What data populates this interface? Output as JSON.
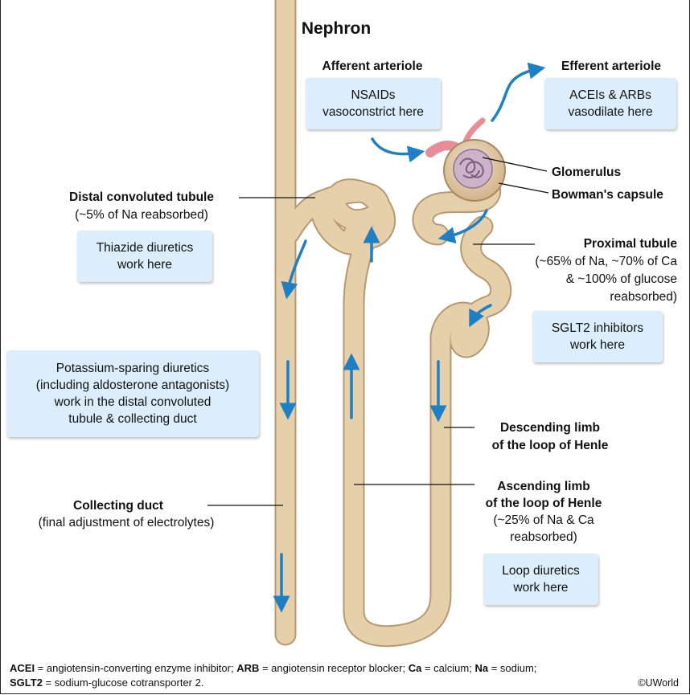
{
  "title": "Nephron",
  "labels": {
    "afferent": "Afferent arteriole",
    "efferent": "Efferent arteriole",
    "glomerulus": "Glomerulus",
    "bowman": "Bowman's capsule",
    "dct_title": "Distal convoluted tubule",
    "dct_sub": "(~5% of Na reabsorbed)",
    "proximal_title": "Proximal tubule",
    "proximal_sub1": "(~65% of Na, ~70% of Ca",
    "proximal_sub2": "& ~100% of glucose",
    "proximal_sub3": "reabsorbed)",
    "descending1": "Descending limb",
    "descending2": "of the loop of Henle",
    "ascending1": "Ascending limb",
    "ascending2": "of the loop of Henle",
    "ascending_sub1": "(~25% of Na & Ca",
    "ascending_sub2": "reabsorbed)",
    "collecting_title": "Collecting duct",
    "collecting_sub": "(final adjustment of electrolytes)"
  },
  "boxes": {
    "nsaids": [
      "NSAIDs",
      "vasoconstrict here"
    ],
    "acei": [
      "ACEIs & ARBs",
      "vasodilate here"
    ],
    "thiazide": [
      "Thiazide diuretics",
      "work here"
    ],
    "ksparing": [
      "Potassium-sparing diuretics",
      "(including aldosterone antagonists)",
      "work in the distal convoluted",
      "tubule & collecting duct"
    ],
    "sglt2": [
      "SGLT2 inhibitors",
      "work here"
    ],
    "loop": [
      "Loop diuretics",
      "work here"
    ]
  },
  "footer": {
    "line1": [
      {
        "b": "ACEI",
        "t": " = angiotensin-converting enzyme inhibitor; "
      },
      {
        "b": "ARB",
        "t": " = angiotensin receptor blocker; "
      },
      {
        "b": "Ca",
        "t": " = calcium; "
      },
      {
        "b": "Na",
        "t": " = sodium;"
      }
    ],
    "line2": [
      {
        "b": "SGLT2",
        "t": " = sodium-glucose cotransporter 2."
      }
    ]
  },
  "copyright": "©UWorld",
  "colors": {
    "tubule": "#e6cfab",
    "tubule_edge": "#b89870",
    "arrow": "#1f7fc4",
    "box": "#dceefb",
    "arteriole": "#e88c98"
  }
}
